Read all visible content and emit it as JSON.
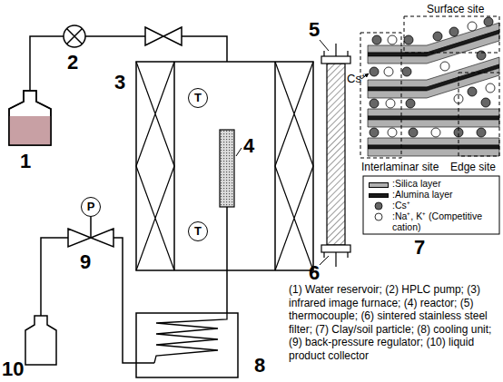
{
  "diagram": {
    "nodes": [
      {
        "text": [
          "T"
        ]
      },
      {
        "text": [
          "T"
        ]
      },
      {
        "text": [
          "P"
        ]
      }
    ],
    "labels": [
      "1",
      "2",
      "3",
      "4",
      "5",
      "6",
      "7",
      "8",
      "9",
      "10",
      "Surface site",
      "Cs⁺",
      "Interlaminar site",
      "Edge site",
      "(1) Water reservoir; (2) HPLC pump; (3) infrared image furnace; (4) reactor; (5) thermocouple; (6) sintered stainless steel filter; (7) Clay/soil particle; (8) cooling unit; (9) back-pressure regulator; (10) liquid product collector"
    ],
    "legend": [
      {
        "text": ":Silica layer",
        "color": "#b0b0b0"
      },
      {
        "text": ":Alumina layer",
        "color": "#1a1a1a"
      },
      {
        "text": ":Cs⁺"
      },
      {
        "text": ":Na⁺, K⁺ (Competitive cation)"
      }
    ]
  }
}
